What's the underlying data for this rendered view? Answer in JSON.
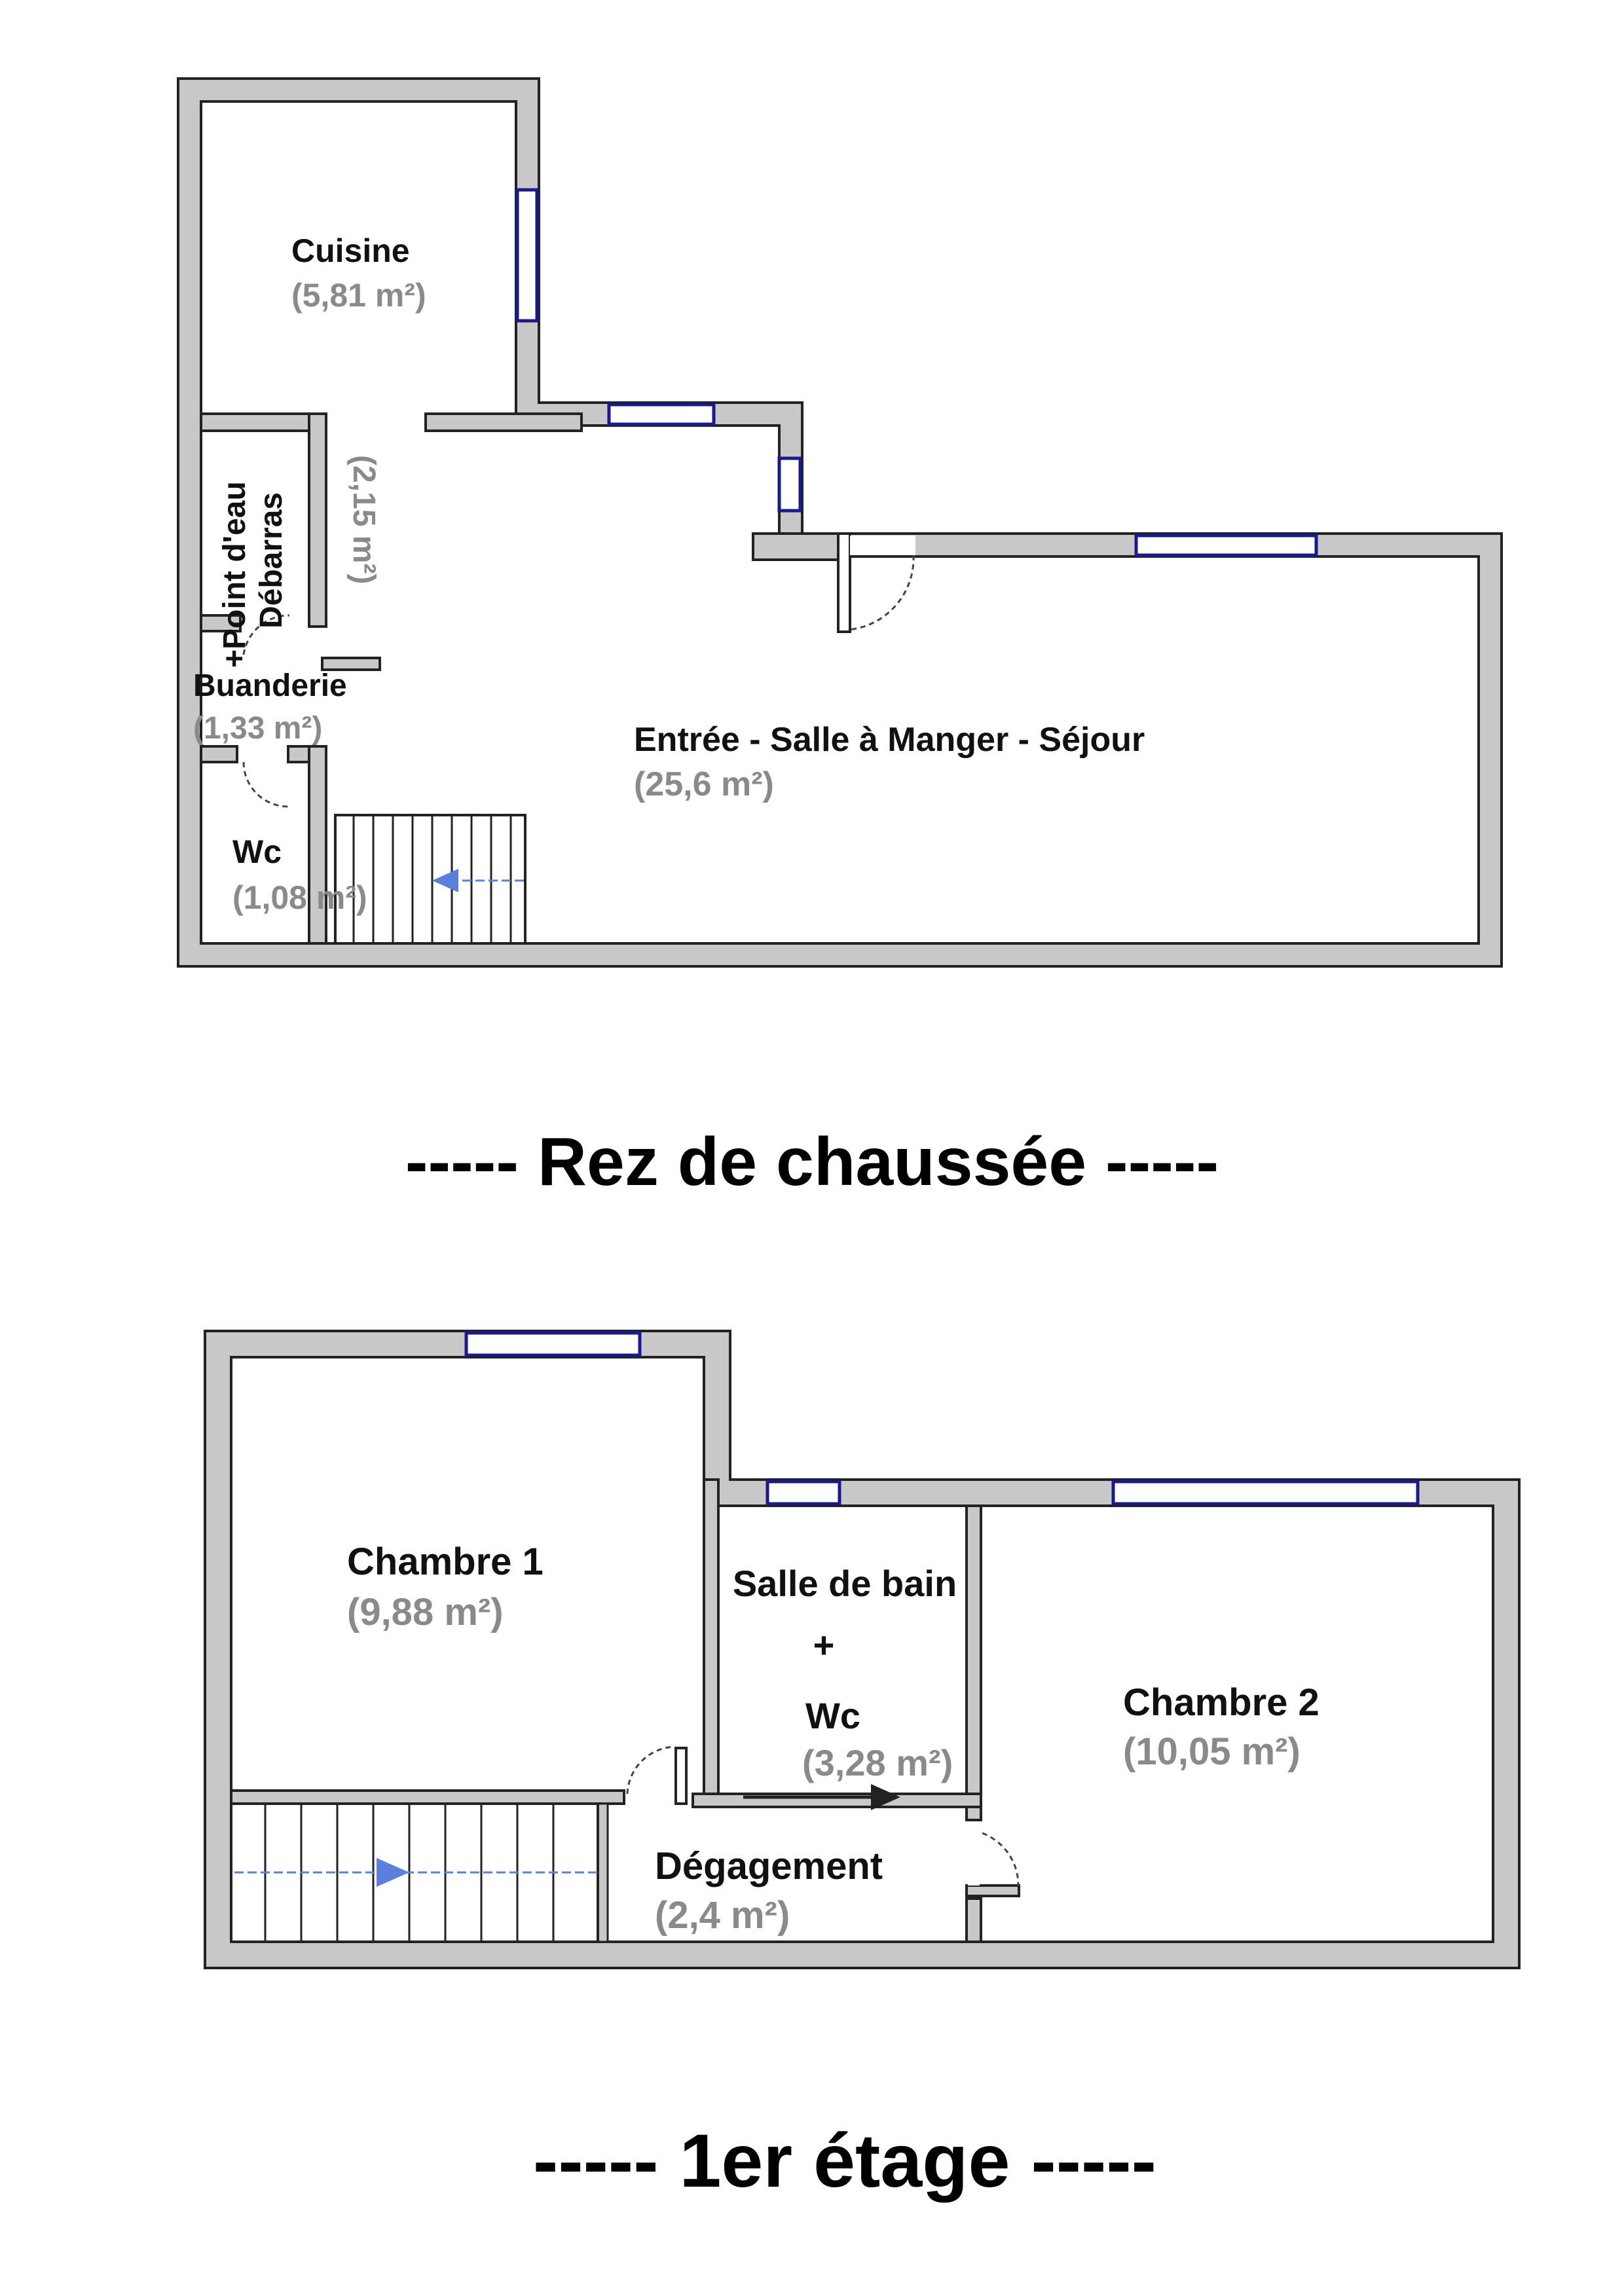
{
  "colors": {
    "wall_fill": "#c8c8c8",
    "wall_stroke": "#222222",
    "window": "#1a1a8a",
    "arrow": "#5b7fdc",
    "area_text": "#8a8a8a",
    "name_text": "#111111"
  },
  "floors": [
    {
      "title": "-----  Rez de chaussée  -----",
      "rooms": [
        {
          "name": "Cuisine",
          "area": "(5,81 m²)"
        },
        {
          "name": "Débarras +Point d'eau",
          "name_line1": "Débarras",
          "name_line2": "+Point d'eau",
          "area": "(2,15 m²)"
        },
        {
          "name": "Buanderie",
          "area": "(1,33 m²)"
        },
        {
          "name": "Wc",
          "area": "(1,08 m²)"
        },
        {
          "name": "Entrée - Salle à Manger - Séjour",
          "area": "(25,6 m²)"
        }
      ]
    },
    {
      "title": "-----  1er étage  -----",
      "rooms": [
        {
          "name": "Chambre 1",
          "area": "(9,88 m²)"
        },
        {
          "name": "Salle de bain + Wc",
          "name_line1": "Salle de bain",
          "name_line2": "+",
          "name_line3": "Wc",
          "area": "(3,28 m²)"
        },
        {
          "name": "Chambre 2",
          "area": "(10,05 m²)"
        },
        {
          "name": "Dégagement",
          "area": "(2,4 m²)"
        }
      ]
    }
  ]
}
